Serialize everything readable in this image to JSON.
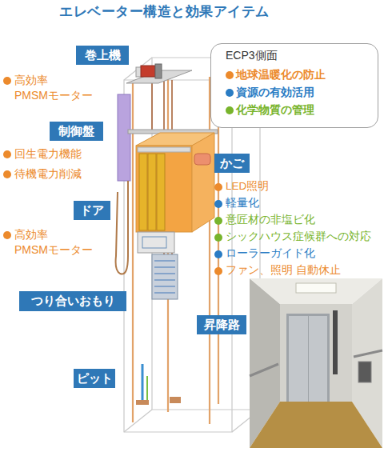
{
  "diagram": {
    "title": "エレベーター構造と効果アイテム",
    "nodes": [
      {
        "text": [
          "巻上機"
        ]
      },
      {
        "text": [
          "ECP3側面"
        ]
      },
      {
        "text": [
          "制御盤"
        ]
      },
      {
        "text": [
          "かご"
        ]
      },
      {
        "text": [
          "ドア"
        ]
      },
      {
        "text": [
          "つり合いおもり"
        ]
      },
      {
        "text": [
          "昇降路"
        ]
      },
      {
        "text": [
          "ピット"
        ]
      }
    ],
    "labels": [
      "高効率 PMSMモーター",
      "回生電力機能",
      "待機電力削減",
      "高効率 PMSMモーター",
      "LED照明",
      "軽量化",
      "意匠材の非塩ビ化",
      "シックハウス症候群への対応",
      "ローラーガイド化",
      "ファン、照明 自動休止"
    ],
    "legend": [
      {
        "text": "地球温暖化の防止",
        "color": "#ec8a2c"
      },
      {
        "text": "資源の有効活用",
        "color": "#2a7cc4"
      },
      {
        "text": "化学物質の管理",
        "color": "#78b42c"
      }
    ]
  }
}
